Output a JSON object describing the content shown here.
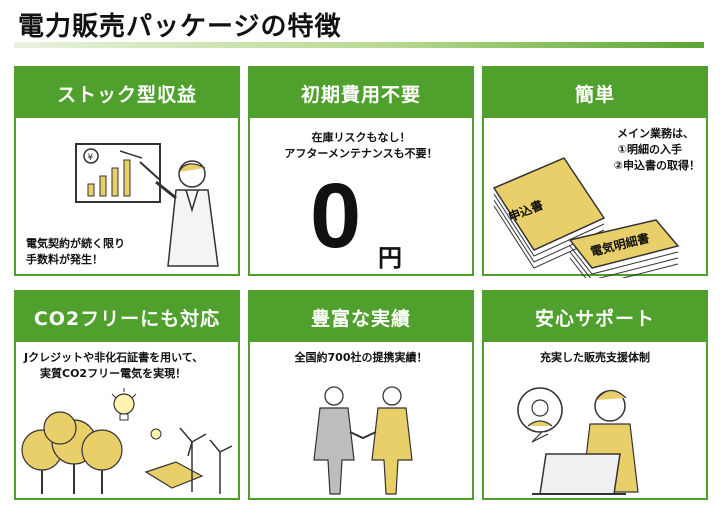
{
  "page": {
    "title": "電力販売パッケージの特徴"
  },
  "cards": [
    {
      "title": "ストック型収益",
      "lines": [
        "電気契約が続く限り",
        "手数料が発生！"
      ],
      "icon": "presentation-growth-chart-icon"
    },
    {
      "title": "初期費用不要",
      "lines": [
        "在庫リスクもなし！",
        "アフターメンテナンスも不要！"
      ],
      "big_value": "0",
      "unit": "円"
    },
    {
      "title": "簡単",
      "lines": [
        "メイン業務は、",
        "①明細の入手",
        "②申込書の取得！"
      ],
      "doc1": "申込書",
      "doc2": "電気明細書"
    },
    {
      "title": "CO2フリーにも対応",
      "lines": [
        "Jクレジットや非化石証書を用いて、",
        "実質CO2フリー電気を実現！"
      ],
      "icon": "trees-solar-wind-icon"
    },
    {
      "title": "豊富な実績",
      "lines": [
        "全国約700社の提携実績！"
      ],
      "icon": "handshake-icon"
    },
    {
      "title": "安心サポート",
      "lines": [
        "充実した販売支援体制"
      ],
      "icon": "support-operator-icon"
    }
  ],
  "colors": {
    "accent": "#4fa02d",
    "highlight": "#e8cf6a"
  }
}
